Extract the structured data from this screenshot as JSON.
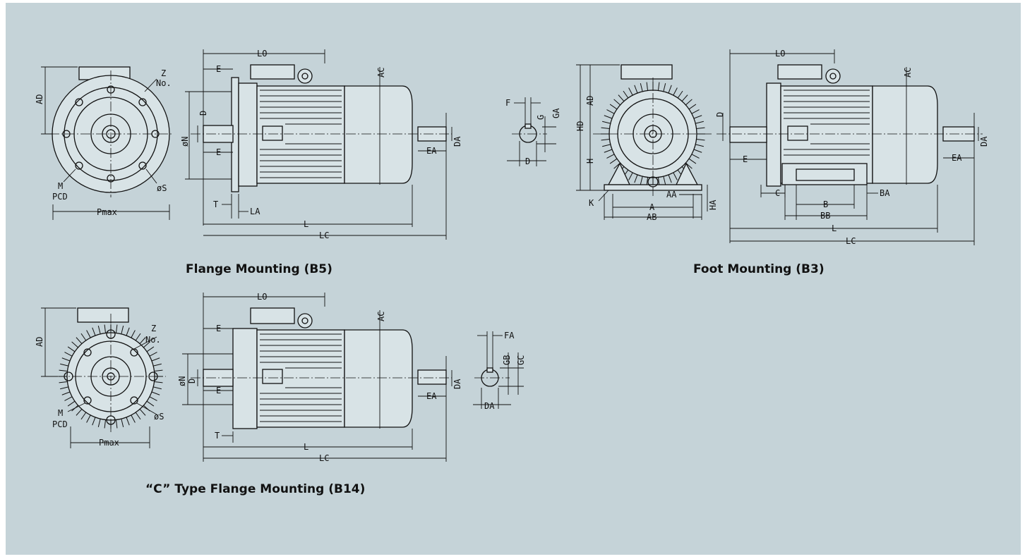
{
  "captions": {
    "b5": "Flange Mounting (B5)",
    "b3": "Foot Mounting (B3)",
    "b14": "“C” Type Flange Mounting (B14)"
  },
  "labels": {
    "b5_front": {
      "AD": "AD",
      "Z": "Z",
      "No": "No.",
      "M": "M",
      "PCD": "PCD",
      "S": "øS",
      "Pmax": "Pmax"
    },
    "b5_side": {
      "LO": "LO",
      "E": "E",
      "D": "D",
      "N": "øN",
      "T": "T",
      "LA": "LA",
      "AC": "AC",
      "DA": "DA",
      "EA": "EA",
      "L": "L",
      "LC": "LC"
    },
    "b3_shaft": {
      "F": "F",
      "G": "G",
      "GA": "GA",
      "D": "D"
    },
    "b3_front": {
      "HD": "HD",
      "AD": "AD",
      "H": "H",
      "K": "K",
      "A": "A",
      "AA": "AA",
      "AB": "AB",
      "HA": "HA"
    },
    "b3_side": {
      "LO": "LO",
      "D": "D",
      "E": "E",
      "C": "C",
      "B": "B",
      "BB": "BB",
      "BA": "BA",
      "AC": "AC",
      "DA": "DA",
      "EA": "EA",
      "L": "L",
      "LC": "LC"
    },
    "b14_front": {
      "AD": "AD",
      "Z": "Z",
      "No": "No.",
      "M": "M",
      "PCD": "PCD",
      "S": "øS",
      "Pmax": "Pmax"
    },
    "b14_side": {
      "LO": "LO",
      "E": "E",
      "N": "øN",
      "D": "D",
      "T": "T",
      "AC": "AC",
      "DA": "DA",
      "EA": "EA",
      "L": "L",
      "LC": "LC"
    },
    "b14_shaft": {
      "FA": "FA",
      "GB": "GB",
      "GC": "GC",
      "DA": "DA"
    }
  },
  "icons": [
    "eye-bolt-icon",
    "terminal-box-icon",
    "cooling-fin-icon",
    "fixing-hole-icon"
  ]
}
